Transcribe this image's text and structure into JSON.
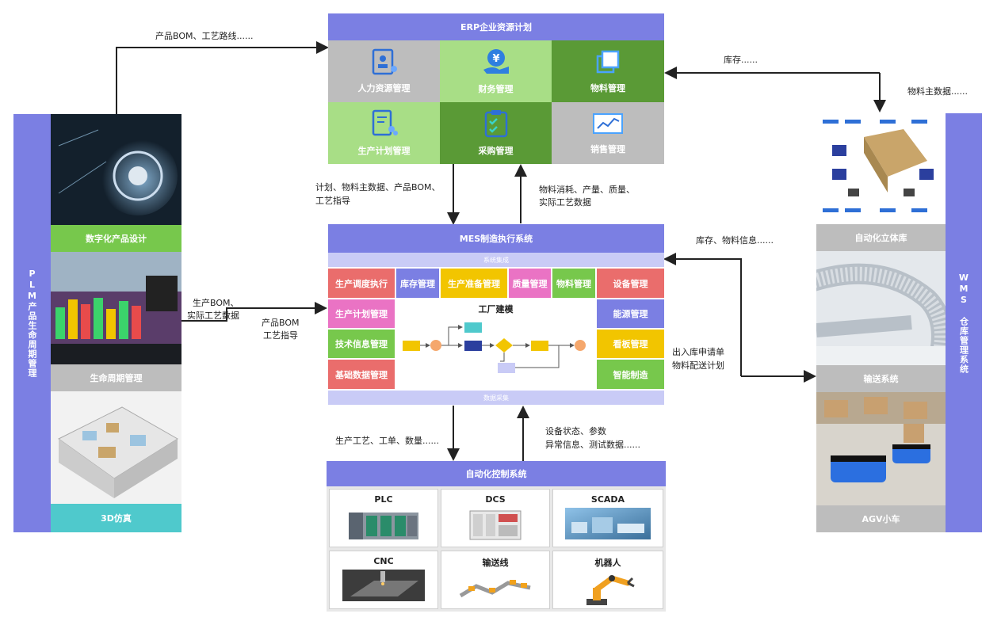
{
  "erp": {
    "title": "ERP企业资源计划",
    "cells": [
      "人力资源管理",
      "财务管理",
      "物料管理",
      "生产计划管理",
      "采购管理",
      "销售管理"
    ]
  },
  "mes": {
    "title": "MES制造执行系统",
    "integration": "系统集成",
    "collection": "数据采集",
    "factory_title": "工厂建模",
    "top_row": [
      "生产调度执行",
      "库存管理",
      "生产准备管理",
      "质量管理",
      "物料管理",
      "设备管理"
    ],
    "left_col": [
      "生产计划管理",
      "技术信息管理",
      "基础数据管理"
    ],
    "right_col": [
      "能源管理",
      "看板管理",
      "智能制造"
    ]
  },
  "auto": {
    "title": "自动化控制系统",
    "devices": [
      "PLC",
      "DCS",
      "SCADA",
      "CNC",
      "输送线",
      "机器人"
    ]
  },
  "plm": {
    "side": "PLM产品生命周期管理",
    "captions": [
      "数字化产品设计",
      "生命周期管理",
      "3D仿真"
    ]
  },
  "wms": {
    "side": "WMS 仓库管理系统",
    "captions": [
      "自动化立体库",
      "输送系统",
      "AGV小车"
    ]
  },
  "flows": {
    "plm_to_erp": "产品BOM、工艺路线......",
    "erp_wms_inv": "库存......",
    "wms_master": "物料主数据......",
    "erp_to_mes_1": "计划、物料主数据、产品BOM、",
    "erp_to_mes_2": "工艺指导",
    "mes_to_erp_1": "物料消耗、产量、质量、",
    "mes_to_erp_2": "实际工艺数据",
    "plm_mid_1": "生产BOM、",
    "plm_mid_2": "实际工艺数据",
    "plm_to_mes_1": "产品BOM",
    "plm_to_mes_2": "工艺指导",
    "wms_to_mes": "库存、物料信息......",
    "mes_to_wms_1": "出入库申请单",
    "mes_to_wms_2": "物料配送计划",
    "mes_to_auto": "生产工艺、工单、数量......",
    "auto_to_mes_1": "设备状态、参数",
    "auto_to_mes_2": "异常信息、测试数据......"
  },
  "colors": {
    "header": "#7b7fe3",
    "gray": "#bdbdbd",
    "light_green": "#a8de86",
    "dark_green": "#5a9a36",
    "red": "#ea6d6c",
    "purple": "#7b7fe3",
    "yellow": "#f2c500",
    "pink": "#ea73c4",
    "green": "#77c84c",
    "teal": "#4fc9cc"
  }
}
